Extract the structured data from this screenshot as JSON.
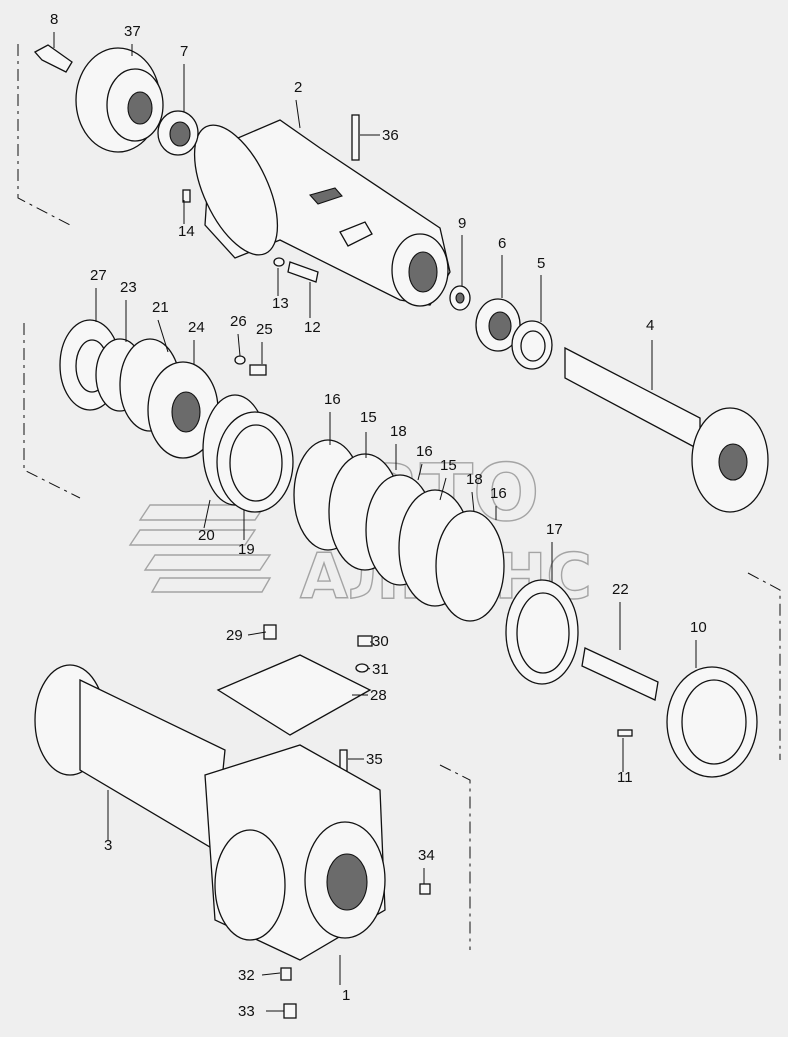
{
  "diagram": {
    "type": "exploded-parts-view",
    "callouts": [
      "1",
      "2",
      "3",
      "4",
      "5",
      "6",
      "7",
      "8",
      "9",
      "10",
      "11",
      "12",
      "13",
      "14",
      "15",
      "15",
      "16",
      "16",
      "16",
      "17",
      "18",
      "18",
      "19",
      "20",
      "21",
      "22",
      "23",
      "24",
      "25",
      "26",
      "27",
      "28",
      "29",
      "30",
      "31",
      "32",
      "33",
      "34",
      "35",
      "36",
      "37"
    ],
    "watermark": {
      "line1": "АВТО",
      "line2": "АЛЬЯНС"
    }
  }
}
